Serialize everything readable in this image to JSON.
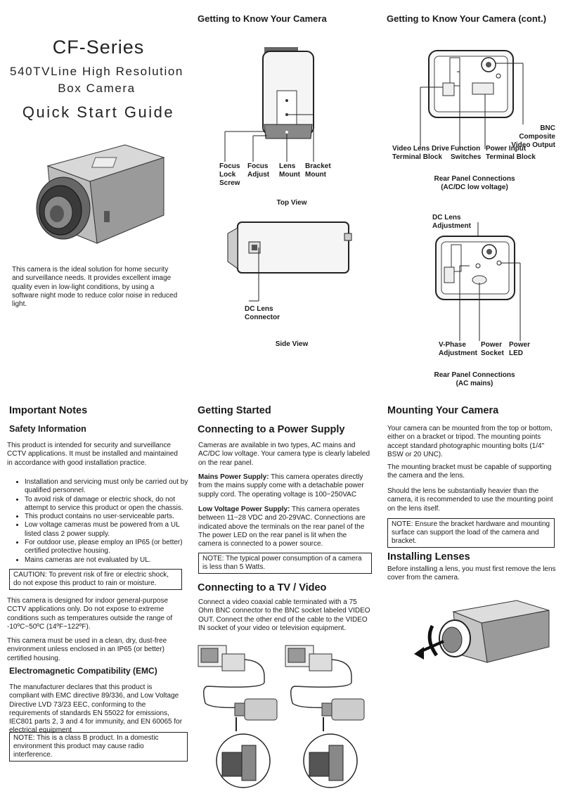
{
  "cover": {
    "series": "CF-Series",
    "subtitle1": "540TVLine High Resolution",
    "subtitle2": "Box Camera",
    "guide": "Quick Start Guide",
    "intro": "This camera is the ideal solution for home security and surveillance needs. It provides excellent image quality even in low-light conditions, by using a software night mode to reduce color noise in reduced light."
  },
  "know": {
    "heading": "Getting to Know Your Camera",
    "top_labels": [
      "Focus Lock Screw",
      "Focus Adjust",
      "Lens Mount",
      "Bracket Mount"
    ],
    "top_labels_lines": [
      [
        "Focus",
        "Lock",
        "Screw"
      ],
      [
        "Focus",
        "Adjust"
      ],
      [
        "Lens",
        "Mount"
      ],
      [
        "Bracket",
        "Mount"
      ]
    ],
    "top_view": "Top View",
    "dc_lens_connector": [
      "DC Lens",
      "Connector"
    ],
    "side_view": "Side View"
  },
  "know_cont": {
    "heading": "Getting to Know Your Camera (cont.)",
    "bnc": [
      "BNC Composite",
      "Video Output"
    ],
    "video_lens": [
      "Video Lens Drive",
      "Terminal Block"
    ],
    "function": [
      "Function",
      "Switches"
    ],
    "power_input": [
      "Power Input",
      "Terminal Block"
    ],
    "rear1": [
      "Rear Panel Connections",
      "(AC/DC low voltage)"
    ],
    "dc_lens_adjust": [
      "DC Lens",
      "Adjustment"
    ],
    "vphase": [
      "V-Phase",
      "Adjustment"
    ],
    "power_socket": [
      "Power",
      "Socket"
    ],
    "power_led": [
      "Power",
      "LED"
    ],
    "rear2": [
      "Rear Panel Connections",
      "(AC mains)"
    ]
  },
  "notes": {
    "heading": "Important Notes",
    "safety_heading": "Safety Information",
    "safety_intro": "This product is intended for security and surveillance CCTV applications. It must be installed and maintained in accordance with good installation practice.",
    "bullets": [
      "Installation and servicing must only be carried out by qualified personnel.",
      "To avoid risk of damage or electric shock, do not attempt to service this product or open the chassis.",
      "This product contains no user-serviceable parts.",
      "Low voltage cameras must be powered from a UL listed class 2 power supply.",
      "For outdoor use, please employ an IP65 (or better) certified protective housing.",
      "Mains cameras are not evaluated by UL."
    ],
    "caution": "CAUTION: To prevent risk of fire or electric shock, do not expose this product to rain or moisture.",
    "indoor": "This camera is designed for indoor general-purpose CCTV applications only. Do not expose to extreme conditions such as temperatures outside the range of -10ºC~50ºC (14ºF~122ºF).",
    "clean": "This camera must be used in a clean, dry, dust-free environment unless enclosed in an IP65 (or better) certified housing.",
    "emc_heading": "Electromagnetic Compatibility (EMC)",
    "emc_text": "The manufacturer declares that this product is compliant with EMC directive 89/336, and Low Voltage Directive LVD 73/23 EEC, conforming to the requirements of standards EN 55022 for emissions, IEC801 parts 2, 3 and 4 for immunity, and EN 60065 for electrical equipment",
    "class_b": "NOTE: This is a class B product. In a domestic environment this product may cause radio interference."
  },
  "started": {
    "heading": "Getting Started",
    "power_heading": "Connecting to a Power Supply",
    "power_intro": "Cameras are available in two types, AC mains and AC/DC low voltage. Your camera type is clearly labeled on the rear panel.",
    "mains_label": "Mains Power Supply:",
    "mains_text": " This camera operates directly from the mains supply come with a detachable power supply cord. The operating voltage is 100~250VAC",
    "lv_label": "Low Voltage Power Supply:",
    "lv_text": " This camera operates between 11~28 VDC and 20-29VAC. Connections are indicated above the terminals on the rear panel of the",
    "led_text": "The power LED on the rear panel is lit when the camera is connected to a power source.",
    "consumption": "NOTE: The typical power consumption of a camera is less than 5 Watts.",
    "tv_heading": "Connecting to a TV / Video",
    "tv_text": "Connect a video coaxial cable terminated with a 75 Ohm BNC connector to the BNC socket labeled VIDEO OUT. Connect the other end of the cable to the VIDEO IN socket of your video or television equipment."
  },
  "mounting": {
    "heading": "Mounting Your Camera",
    "p1": "Your camera can be mounted from the top or bottom, either on a bracket or tripod. The mounting points accept standard photographic mounting bolts (1/4\" BSW or 20 UNC).",
    "p2": "The mounting bracket must be capable of supporting the camera and the lens.",
    "p3": "Should the lens be substantially heavier than the camera, it is recommended to use the mounting point on the lens itself.",
    "note": "NOTE: Ensure the bracket hardware and mounting surface can support the load of the camera and bracket.",
    "lens_heading": "Installing Lenses",
    "lens_text": "Before installing a lens, you must first remove the lens cover from the camera."
  }
}
